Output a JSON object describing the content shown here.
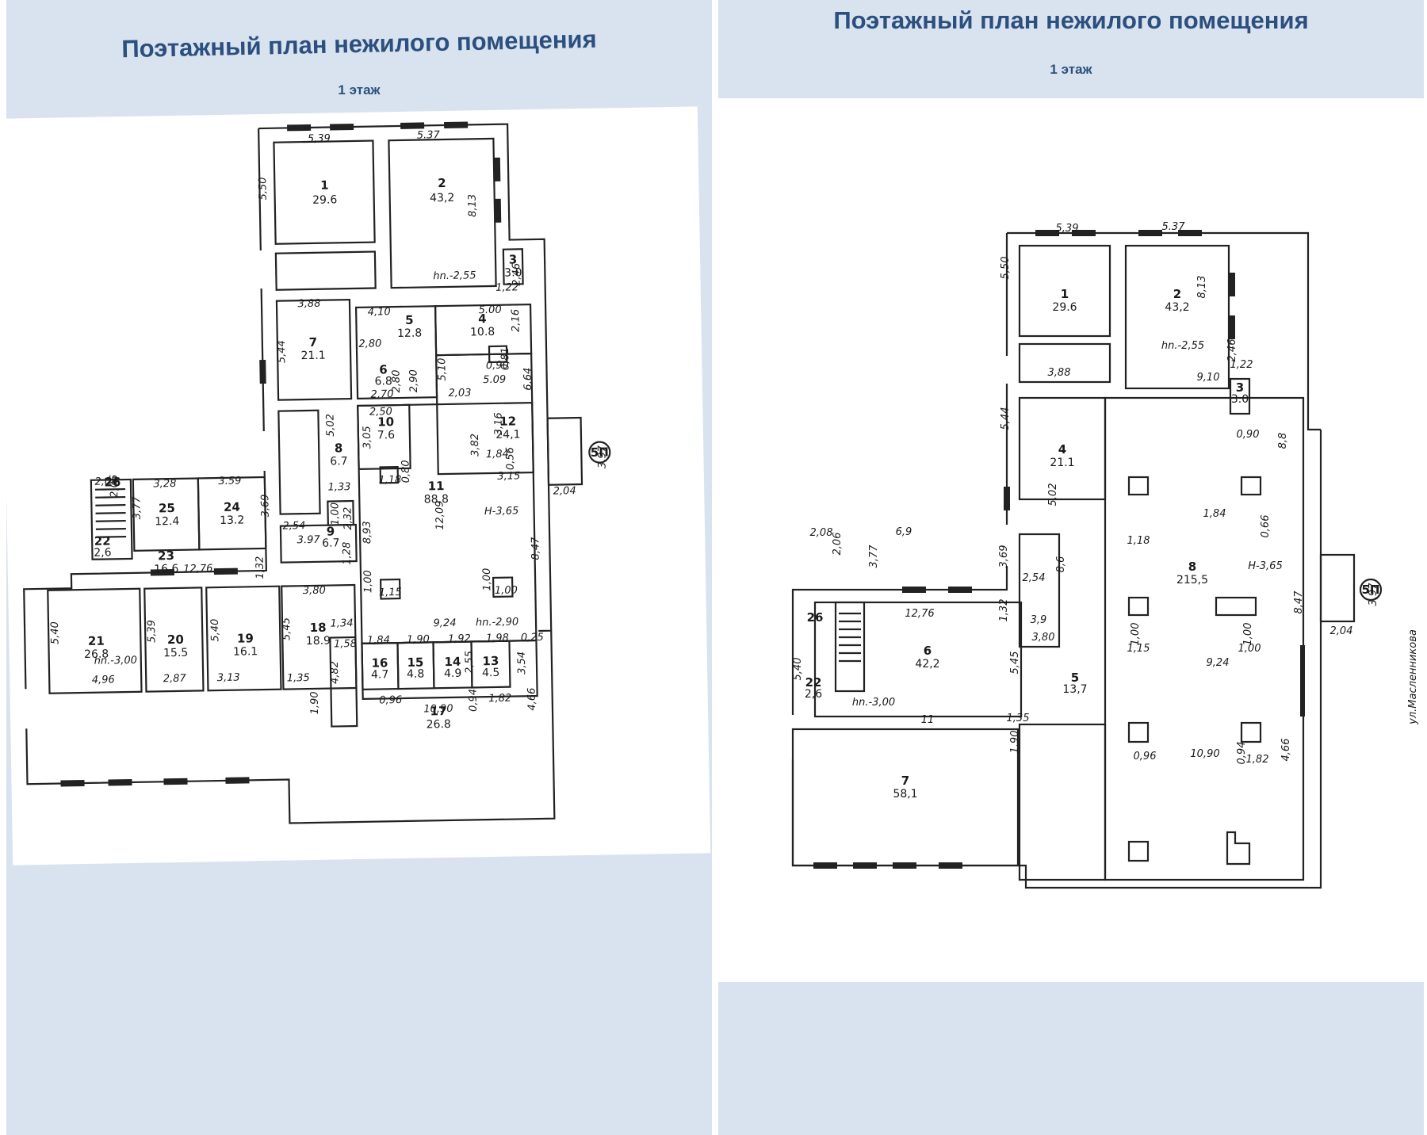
{
  "panels": [
    {
      "title": "Поэтажный план нежилого помещения",
      "subtitle": "1 этаж",
      "rooms": [
        {
          "num": "1",
          "area": "29.6"
        },
        {
          "num": "2",
          "area": "43,2"
        },
        {
          "num": "3",
          "area": "3.0"
        },
        {
          "num": "4",
          "area": "10.8"
        },
        {
          "num": "5",
          "area": "12.8"
        },
        {
          "num": "6",
          "area": "6.8"
        },
        {
          "num": "7",
          "area": "21.1"
        },
        {
          "num": "8",
          "area": "6.7"
        },
        {
          "num": "9",
          "area": "6.7"
        },
        {
          "num": "10",
          "area": "7.6"
        },
        {
          "num": "11",
          "area": "88,8"
        },
        {
          "num": "12",
          "area": "24,1"
        },
        {
          "num": "13",
          "area": "4.5"
        },
        {
          "num": "14",
          "area": "4.9"
        },
        {
          "num": "15",
          "area": "4.8"
        },
        {
          "num": "16",
          "area": "4.7"
        },
        {
          "num": "17",
          "area": "26.8"
        },
        {
          "num": "18",
          "area": "18.9"
        },
        {
          "num": "19",
          "area": "16.1"
        },
        {
          "num": "20",
          "area": "15.5"
        },
        {
          "num": "21",
          "area": "26.8"
        },
        {
          "num": "22",
          "area": "2,6"
        },
        {
          "num": "23",
          "area": "16,6"
        },
        {
          "num": "24",
          "area": "13.2"
        },
        {
          "num": "25",
          "area": "12.4"
        },
        {
          "num": "26",
          "area": ""
        }
      ],
      "dims": [
        "5,39",
        "5.37",
        "5,50",
        "8,13",
        "hn.-2,55",
        "2,46",
        "1,22",
        "3,88",
        "4,10",
        "5.00",
        "5,44",
        "2,16",
        "2,80",
        "5,10",
        "0,81",
        "0,90",
        "5.09",
        "2,80",
        "2,90",
        "2,70",
        "2,03",
        "6,64",
        "2,50",
        "3,16",
        "3,05",
        "3,82",
        "1,84",
        "0,56",
        "5,02",
        "1,18",
        "0,80",
        "3,15",
        "3,97",
        "2,04",
        "3,28",
        "3.59",
        "2,08",
        "3,77",
        "3,69",
        "2,06",
        "1,33",
        "2,54",
        "1,00",
        "2,32",
        "3.97",
        "1,28",
        "12,76",
        "1,32",
        "8,93",
        "12,09",
        "Н-3,65",
        "8,47",
        "3,80",
        "1,00",
        "1,15",
        "1,00",
        "1,00",
        "5,40",
        "5,39",
        "5,40",
        "5,45",
        "1,34",
        "9,24",
        "hn.-2,90",
        "1,58",
        "1,84",
        "1,90",
        "1,92",
        "1,98",
        "0,25",
        "hn.-3,00",
        "2,55",
        "3,54",
        "4,96",
        "2,87",
        "3,13",
        "1,35",
        "4,82",
        "0,96",
        "0,94",
        "1,82",
        "4,66",
        "1,90",
        "10,90"
      ],
      "entrance": "5П"
    },
    {
      "title": "Поэтажный план нежилого помещения",
      "subtitle": "1 этаж",
      "rooms": [
        {
          "num": "1",
          "area": "29.6"
        },
        {
          "num": "2",
          "area": "43,2"
        },
        {
          "num": "3",
          "area": "3.0"
        },
        {
          "num": "4",
          "area": "21.1"
        },
        {
          "num": "5",
          "area": "13,7"
        },
        {
          "num": "6",
          "area": "42,2"
        },
        {
          "num": "7",
          "area": "58,1"
        },
        {
          "num": "8",
          "area": "215,5"
        },
        {
          "num": "22",
          "area": "2,6"
        },
        {
          "num": "26",
          "area": ""
        }
      ],
      "dims": [
        "5,39",
        "5.37",
        "5,50",
        "8,13",
        "hn.-2,55",
        "2,46",
        "1,22",
        "9,10",
        "3,88",
        "5,44",
        "0,90",
        "8,8",
        "5,02",
        "1,84",
        "0,66",
        "3,97",
        "2,04",
        "6,9",
        "2,08",
        "2,06",
        "3,77",
        "3,69",
        "1,18",
        "8,6",
        "2,54",
        "12,76",
        "1,32",
        "3,9",
        "3,80",
        "1,00",
        "1,15",
        "1,00",
        "1,00",
        "9,24",
        "8,47",
        "5,40",
        "hn.-3,00",
        "11",
        "5,45",
        "1,35",
        "1,90",
        "0,96",
        "0,94",
        "1,82",
        "10,90",
        "4,66",
        "Н-3,65"
      ],
      "entrance": "5П",
      "street": "ул.Масленникова"
    }
  ]
}
